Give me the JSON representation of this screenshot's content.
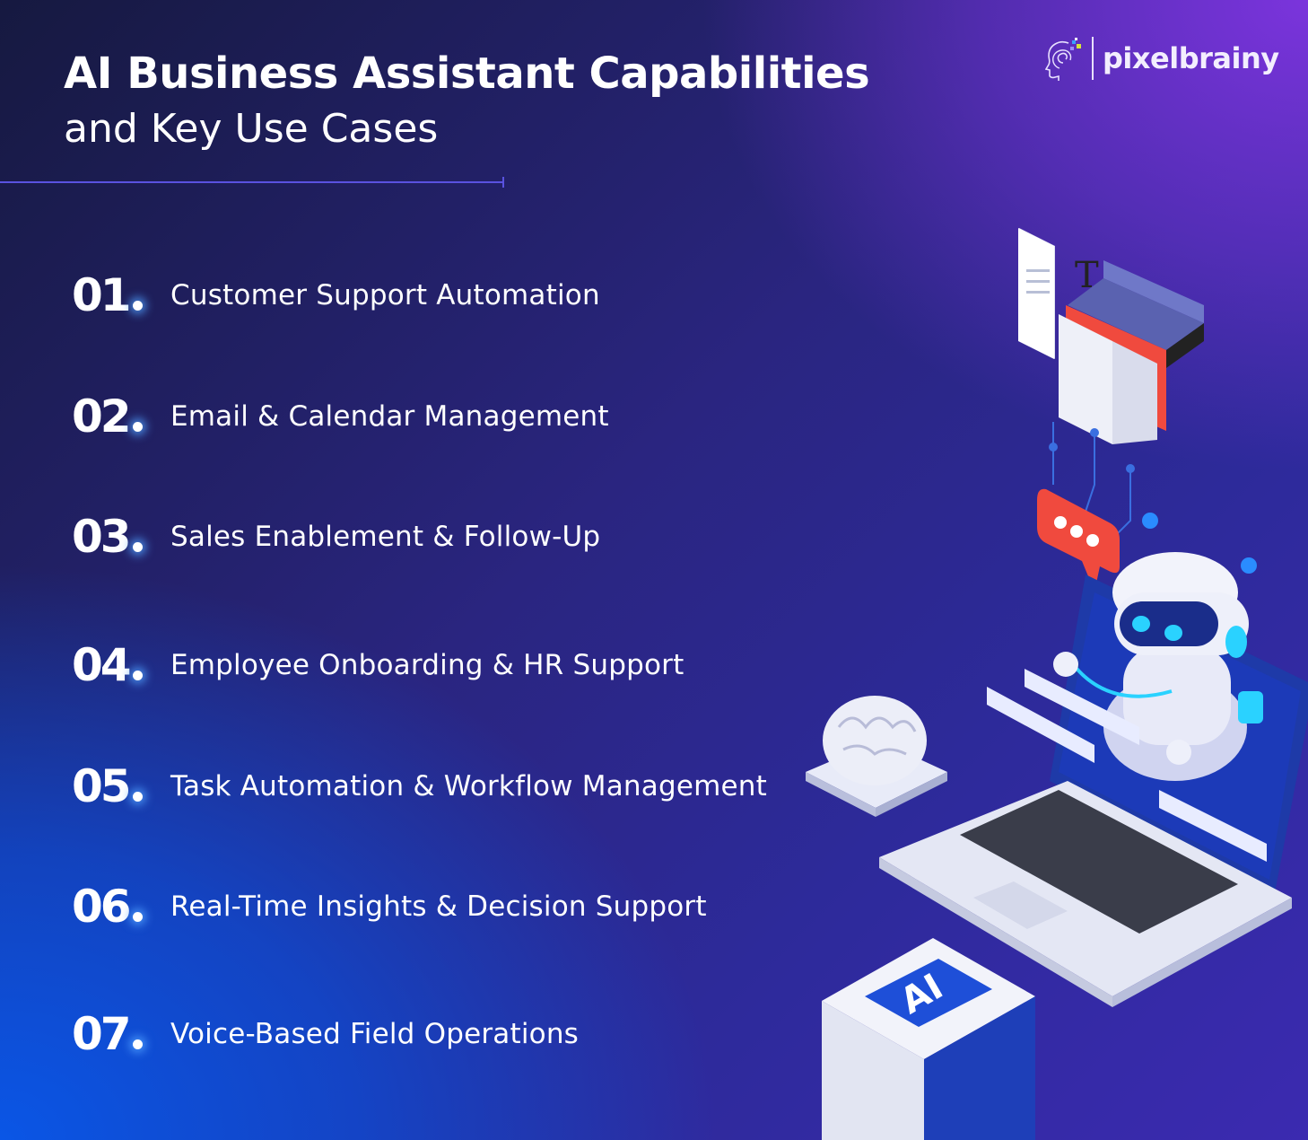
{
  "header": {
    "title_line1": "AI Business Assistant Capabilities",
    "title_line2": "and Key Use Cases"
  },
  "logo": {
    "text": "pixelbrainy",
    "icon": "brain-head-icon"
  },
  "items": [
    {
      "number": "01",
      "label": "Customer Support Automation"
    },
    {
      "number": "02",
      "label": "Email & Calendar Management"
    },
    {
      "number": "03",
      "label": "Sales Enablement & Follow-Up"
    },
    {
      "number": "04",
      "label": "Employee Onboarding & HR Support"
    },
    {
      "number": "05",
      "label": "Task Automation & Workflow Management"
    },
    {
      "number": "06",
      "label": "Real-Time Insights & Decision Support"
    },
    {
      "number": "07",
      "label": "Voice-Based Field Operations"
    }
  ],
  "illustration": {
    "cube_label": "AI",
    "book_letter": "T"
  },
  "colors": {
    "accent": "#5a52e0",
    "purple": "#7b34dc",
    "blue": "#0a56e6",
    "red": "#f0453a"
  }
}
